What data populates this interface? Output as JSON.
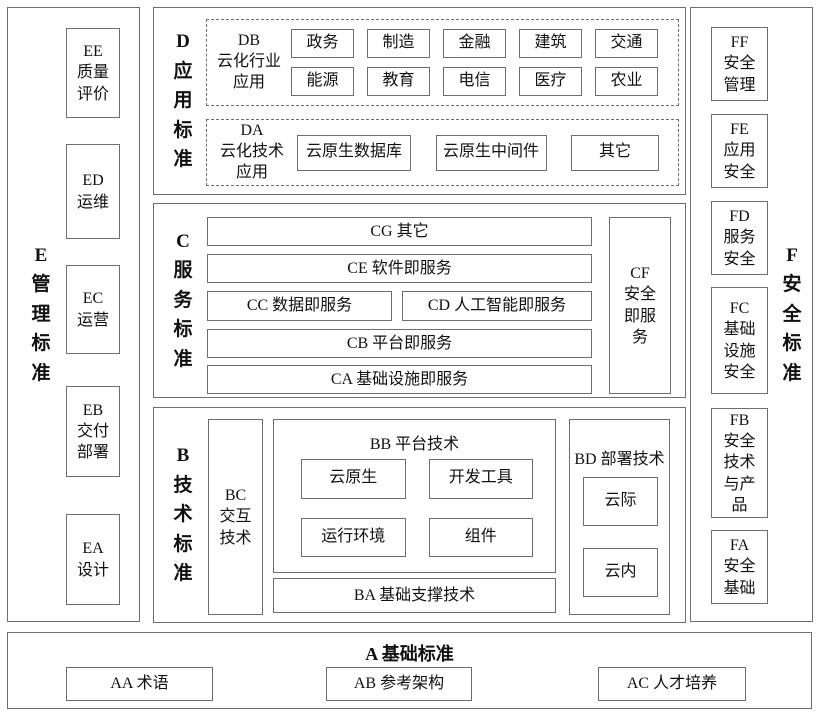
{
  "colors": {
    "border": "#6e6e6e",
    "text": "#111111",
    "background": "#ffffff"
  },
  "sections": {
    "e": {
      "label": "E\n管\n理\n标\n准",
      "items": [
        {
          "code": "EE",
          "label": "EE\n质量\n评价"
        },
        {
          "code": "ED",
          "label": "ED\n运维"
        },
        {
          "code": "EC",
          "label": "EC\n运营"
        },
        {
          "code": "EB",
          "label": "EB\n交付\n部署"
        },
        {
          "code": "EA",
          "label": "EA\n设计"
        }
      ]
    },
    "d": {
      "label": "D\n应\n用\n标\n准",
      "db": {
        "label": "DB\n云化行业\n应用",
        "items": [
          "政务",
          "制造",
          "金融",
          "建筑",
          "交通",
          "能源",
          "教育",
          "电信",
          "医疗",
          "农业"
        ]
      },
      "da": {
        "label": "DA\n云化技术\n应用",
        "items": [
          "云原生数据库",
          "云原生中间件",
          "其它"
        ]
      }
    },
    "c": {
      "label": "C\n服\n务\n标\n准",
      "rows": {
        "cg": "CG 其它",
        "ce": "CE 软件即服务",
        "cc": "CC 数据即服务",
        "cd": "CD 人工智能即服务",
        "cb": "CB 平台即服务",
        "ca": "CA 基础设施即服务"
      },
      "cf": "CF\n安全\n即服\n务"
    },
    "b": {
      "label": "B\n技\n术\n标\n准",
      "bc": "BC\n交互\n技术",
      "bb": {
        "title": "BB 平台技术",
        "items": [
          "云原生",
          "开发工具",
          "运行环境",
          "组件"
        ]
      },
      "ba": "BA 基础支撑技术",
      "bd": {
        "title": "BD 部署技术",
        "items": [
          "云际",
          "云内"
        ]
      }
    },
    "f": {
      "label": "F\n安\n全\n标\n准",
      "items": [
        {
          "code": "FF",
          "label": "FF\n安全\n管理"
        },
        {
          "code": "FE",
          "label": "FE\n应用\n安全"
        },
        {
          "code": "FD",
          "label": "FD\n服务\n安全"
        },
        {
          "code": "FC",
          "label": "FC\n基础\n设施\n安全"
        },
        {
          "code": "FB",
          "label": "FB\n安全\n技术\n与产\n品"
        },
        {
          "code": "FA",
          "label": "FA\n安全\n基础"
        }
      ]
    },
    "a": {
      "title": "A 基础标准",
      "items": [
        "AA 术语",
        "AB 参考架构",
        "AC 人才培养"
      ]
    }
  }
}
